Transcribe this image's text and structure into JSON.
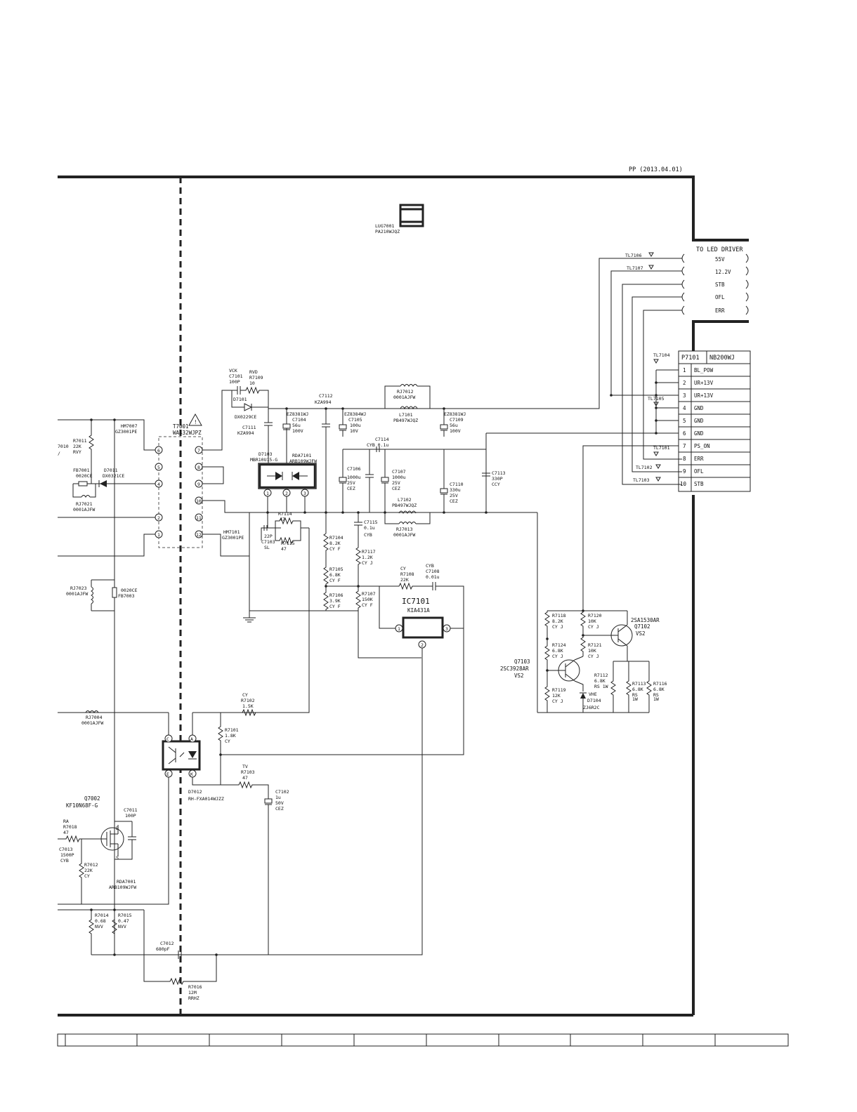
{
  "header": {
    "revision": "PP (2013.04.01)"
  },
  "connector_led": {
    "title": "TO LED DRIVER",
    "pins": [
      "55V",
      "12.2V",
      "STB",
      "OFL",
      "ERR"
    ],
    "test_points": [
      "TL7106",
      "TL7107"
    ]
  },
  "connector_p7101": {
    "ref": "P7101",
    "part": "NB200WJ",
    "pins": [
      {
        "num": "1",
        "name": "BL_POW"
      },
      {
        "num": "2",
        "name": "UR+13V"
      },
      {
        "num": "3",
        "name": "UR+13V"
      },
      {
        "num": "4",
        "name": "GND"
      },
      {
        "num": "5",
        "name": "GND"
      },
      {
        "num": "6",
        "name": "GND"
      },
      {
        "num": "7",
        "name": "PS_ON"
      },
      {
        "num": "8",
        "name": "ERR"
      },
      {
        "num": "9",
        "name": "OFL"
      },
      {
        "num": "10",
        "name": "STB"
      }
    ],
    "test_points": [
      "TL7104",
      "TL7105",
      "TL7101",
      "TL7102",
      "TL7103"
    ]
  },
  "transformer": {
    "ref": "T7001",
    "part": "WA432WJPZ",
    "pins_left": [
      "6",
      "5",
      "4",
      "2",
      "1"
    ],
    "pins_right": [
      "7",
      "8",
      "9",
      "10",
      "11",
      "12"
    ]
  },
  "ic7101": {
    "ref": "IC7101",
    "part": "KIA431A",
    "pins": [
      "1",
      "2",
      "3"
    ]
  },
  "d7103": {
    "ref": "D7103",
    "part": "MBR10U15-G",
    "pins": [
      "1",
      "2",
      "3"
    ]
  },
  "lug": {
    "ref": "LUG7001",
    "part": "PA210WJQZ"
  },
  "parts": {
    "hm7007": [
      "HM7007",
      "GZ3001PE"
    ],
    "hm7101": [
      "HM7101",
      "GZ3001PE"
    ],
    "vck": [
      "VCK",
      "C7101",
      "100P"
    ],
    "rvd": [
      "RVD",
      "R7109",
      "10"
    ],
    "d7101": [
      "D7101",
      "DX0229CE"
    ],
    "c7111": [
      "C7111",
      "KZA994"
    ],
    "c7112": [
      "C7112",
      "KZA994"
    ],
    "rda7101": [
      "RDA7101",
      "ARB109WJFW"
    ],
    "c7104": [
      "EZ8381WJ",
      "C7104",
      "56u",
      "100V"
    ],
    "c7105": [
      "EZ8384WJ",
      "C7105",
      "100u",
      "10V"
    ],
    "rj7012": [
      "RJ7012",
      "0001AJFW"
    ],
    "l7101": [
      "L7101",
      "PB497WJQZ"
    ],
    "c7109": [
      "EZ8381WJ",
      "C7109",
      "56u",
      "100V"
    ],
    "c7114": [
      "C7114",
      "CYB 0.1u"
    ],
    "c7106": [
      "C7106",
      "1000u",
      "25V",
      "CEZ"
    ],
    "c7107": [
      "C7107",
      "1000u",
      "25V",
      "CEZ"
    ],
    "c7110": [
      "C7110",
      "330u",
      "25V",
      "CEZ"
    ],
    "c7113": [
      "C7113",
      "330P",
      "CCY"
    ],
    "l7102": [
      "L7102",
      "PB497WJQZ"
    ],
    "rj7013": [
      "RJ7013",
      "0001AJFW"
    ],
    "c7115": [
      "C7115",
      "0.1u",
      "CYB"
    ],
    "r7114": [
      "R7114",
      "47"
    ],
    "c7103": [
      "22P",
      "C7103",
      "SL"
    ],
    "r7115": [
      "R7115",
      "47"
    ],
    "r7104": [
      "R7104",
      "8.2K",
      "CY F"
    ],
    "r7105": [
      "R7105",
      "6.8K",
      "CY F"
    ],
    "r7106": [
      "R7106",
      "3.9K",
      "CY F"
    ],
    "r7117": [
      "R7117",
      "1.2K",
      "CY J"
    ],
    "r7107": [
      "R7107",
      "150K",
      "CY F"
    ],
    "r7108": [
      "CY",
      "R7108",
      "22K"
    ],
    "c7108": [
      "CYB",
      "C7108",
      "0.01u"
    ],
    "r7118": [
      "R7118",
      "8.2K",
      "CY J"
    ],
    "r7124": [
      "R7124",
      "6.8K",
      "CY J"
    ],
    "r7119": [
      "R7119",
      "12K",
      "CY J"
    ],
    "r7120": [
      "R7120",
      "10K",
      "CY J"
    ],
    "r7121": [
      "R7121",
      "10K",
      "CY J"
    ],
    "q7102": [
      "2SA1530AR",
      "Q7102",
      "VS2"
    ],
    "q7103": [
      "Q7103",
      "2SC3928AR",
      "VS2"
    ],
    "r7112": [
      "R7112",
      "6.8K",
      "RS 1W"
    ],
    "r7113": [
      "R7113",
      "6.8K",
      "RS",
      "1W"
    ],
    "r7116": [
      "R7116",
      "6.8K",
      "RS",
      "1W"
    ],
    "d7104": [
      "VHE",
      "D7104",
      "ZJ6R2C"
    ],
    "r7011": [
      "R7011",
      "22K",
      "RVY"
    ],
    "fb7001": [
      "FB7001",
      "0020CE"
    ],
    "d7011": [
      "D7011",
      "DX0321CE"
    ],
    "rj7021": [
      "RJ7021",
      "0001AJFW"
    ],
    "rj7023": [
      "RJ7023",
      "0001AJFW"
    ],
    "fb7003": [
      "0020CE",
      "FB7003"
    ],
    "r7102": [
      "CY",
      "R7102",
      "1.5K"
    ],
    "rj7004": [
      "RJ7004",
      "0001AJFW"
    ],
    "r7101": [
      "R7101",
      "1.8K",
      "CY"
    ],
    "r7103": [
      "TV",
      "R7103",
      "47"
    ],
    "c7102": [
      "C7102",
      "1u",
      "50V",
      "CEZ"
    ],
    "d7012": [
      "D7012",
      "RH-FXA014WJZZ"
    ],
    "q7002": [
      "Q7002",
      "KF10N68F-G"
    ],
    "c7011": [
      "C7011",
      "100P"
    ],
    "r7018": [
      "RA",
      "R7018",
      "47"
    ],
    "c7013": [
      "C7013",
      "1500P",
      "CYB"
    ],
    "r7012": [
      "R7012",
      "22K",
      "CY"
    ],
    "rda7001": [
      "RDA7001",
      "ARB109WJFW"
    ],
    "r7014": [
      "R7014",
      "0.68",
      "NVV"
    ],
    "r7015": [
      "R7015",
      "0.47",
      "NVV"
    ],
    "c7012": [
      "C7012",
      "680pF"
    ],
    "r7016": [
      "R7016",
      "12M",
      "RRHZ"
    ]
  }
}
